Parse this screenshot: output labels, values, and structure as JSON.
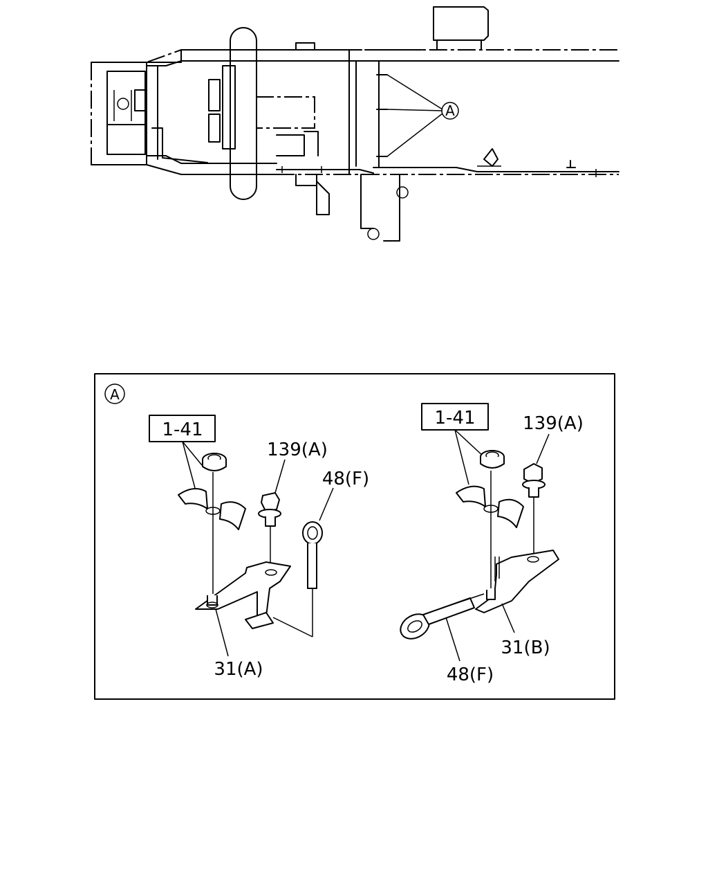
{
  "overview": {
    "callout_letter": "A"
  },
  "detail": {
    "callout_letter": "A",
    "left": {
      "ref_box": "1-41",
      "bolt_label": "139(A)",
      "clip_label": "48(F)",
      "bracket_label": "31(A)"
    },
    "right": {
      "ref_box": "1-41",
      "bolt_label": "139(A)",
      "clip_label": "48(F)",
      "bracket_label": "31(B)"
    }
  }
}
